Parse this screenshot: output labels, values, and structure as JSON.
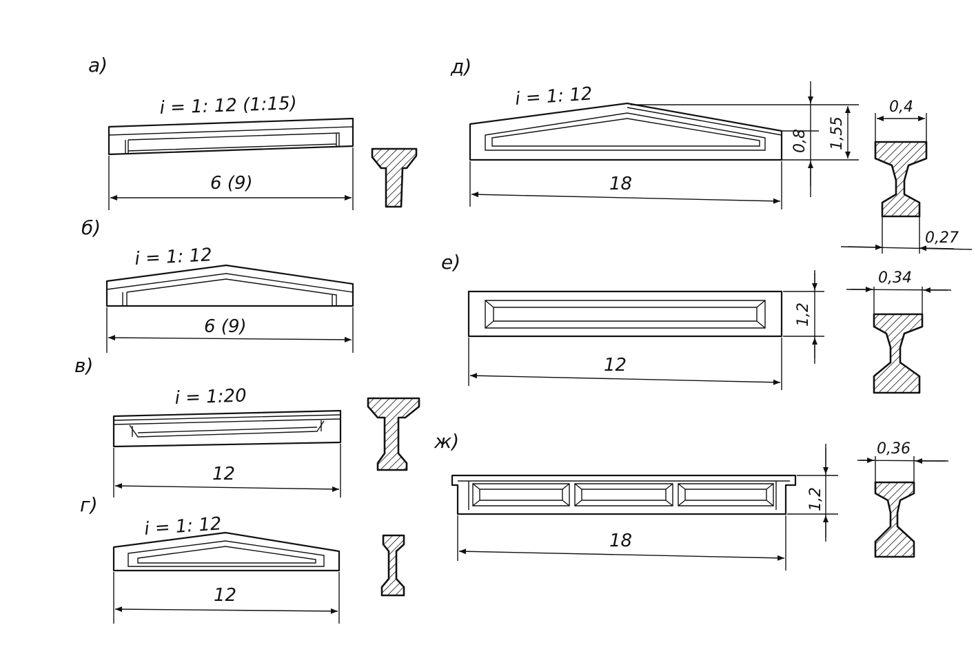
{
  "panels": {
    "a": {
      "label": "а)",
      "slope": "i = 1: 12 (1:15)",
      "length": "6 (9)"
    },
    "b": {
      "label": "б)",
      "slope": "i = 1: 12",
      "length": "6 (9)"
    },
    "v": {
      "label": "в)",
      "slope": "i = 1:20",
      "length": "12"
    },
    "g": {
      "label": "г)",
      "slope": "i = 1: 12",
      "length": "12"
    },
    "d": {
      "label": "д)",
      "slope": "i = 1: 12",
      "length": "18",
      "height_end": "0,8",
      "height_mid": "1,55",
      "flange": "0,4",
      "web": "0,27"
    },
    "e": {
      "label": "е)",
      "length": "12",
      "height": "1,2",
      "flange": "0,34"
    },
    "zh": {
      "label": "ж)",
      "length": "18",
      "height": "1,2",
      "flange": "0,36"
    }
  }
}
